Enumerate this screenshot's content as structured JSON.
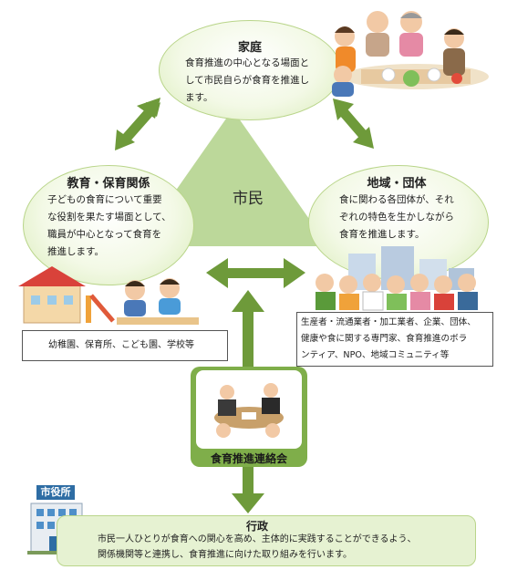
{
  "center_label": "市民",
  "home": {
    "title": "家庭",
    "text": [
      "食育推進の中心となる場面と",
      "して市民自らが食育を推進し",
      "ます。"
    ]
  },
  "education": {
    "title": "教育・保育関係",
    "text": [
      "子どもの食育について重要",
      "な役割を果たす場面として、",
      "職員が中心となって食育を",
      "推進します。"
    ],
    "box": "幼稚園、保育所、こども園、学校等"
  },
  "community": {
    "title": "地域・団体",
    "text": [
      "食に関わる各団体が、それ",
      "ぞれの特色を生かしながら",
      "食育を推進します。"
    ],
    "box": [
      "生産者・流通業者・加工業者、企業、団体、",
      "健康や食に関する専門家、食育推進のボラ",
      "ンティア、NPO、地域コミュニティ等"
    ]
  },
  "council": {
    "label": "食育推進連絡会"
  },
  "city_hall": {
    "sign": "市役所"
  },
  "government": {
    "title": "行政",
    "text": [
      "市民一人ひとりが食育への関心を高め、主体的に実践することができるよう、",
      "関係機関等と連携し、食育推進に向けた取り組みを行います。"
    ]
  },
  "colors": {
    "arrow": "#6e9a3a",
    "triangle": "#bcd89a",
    "bubble_edge": "#b9d58a",
    "gov_box": "#e6f2d2"
  }
}
